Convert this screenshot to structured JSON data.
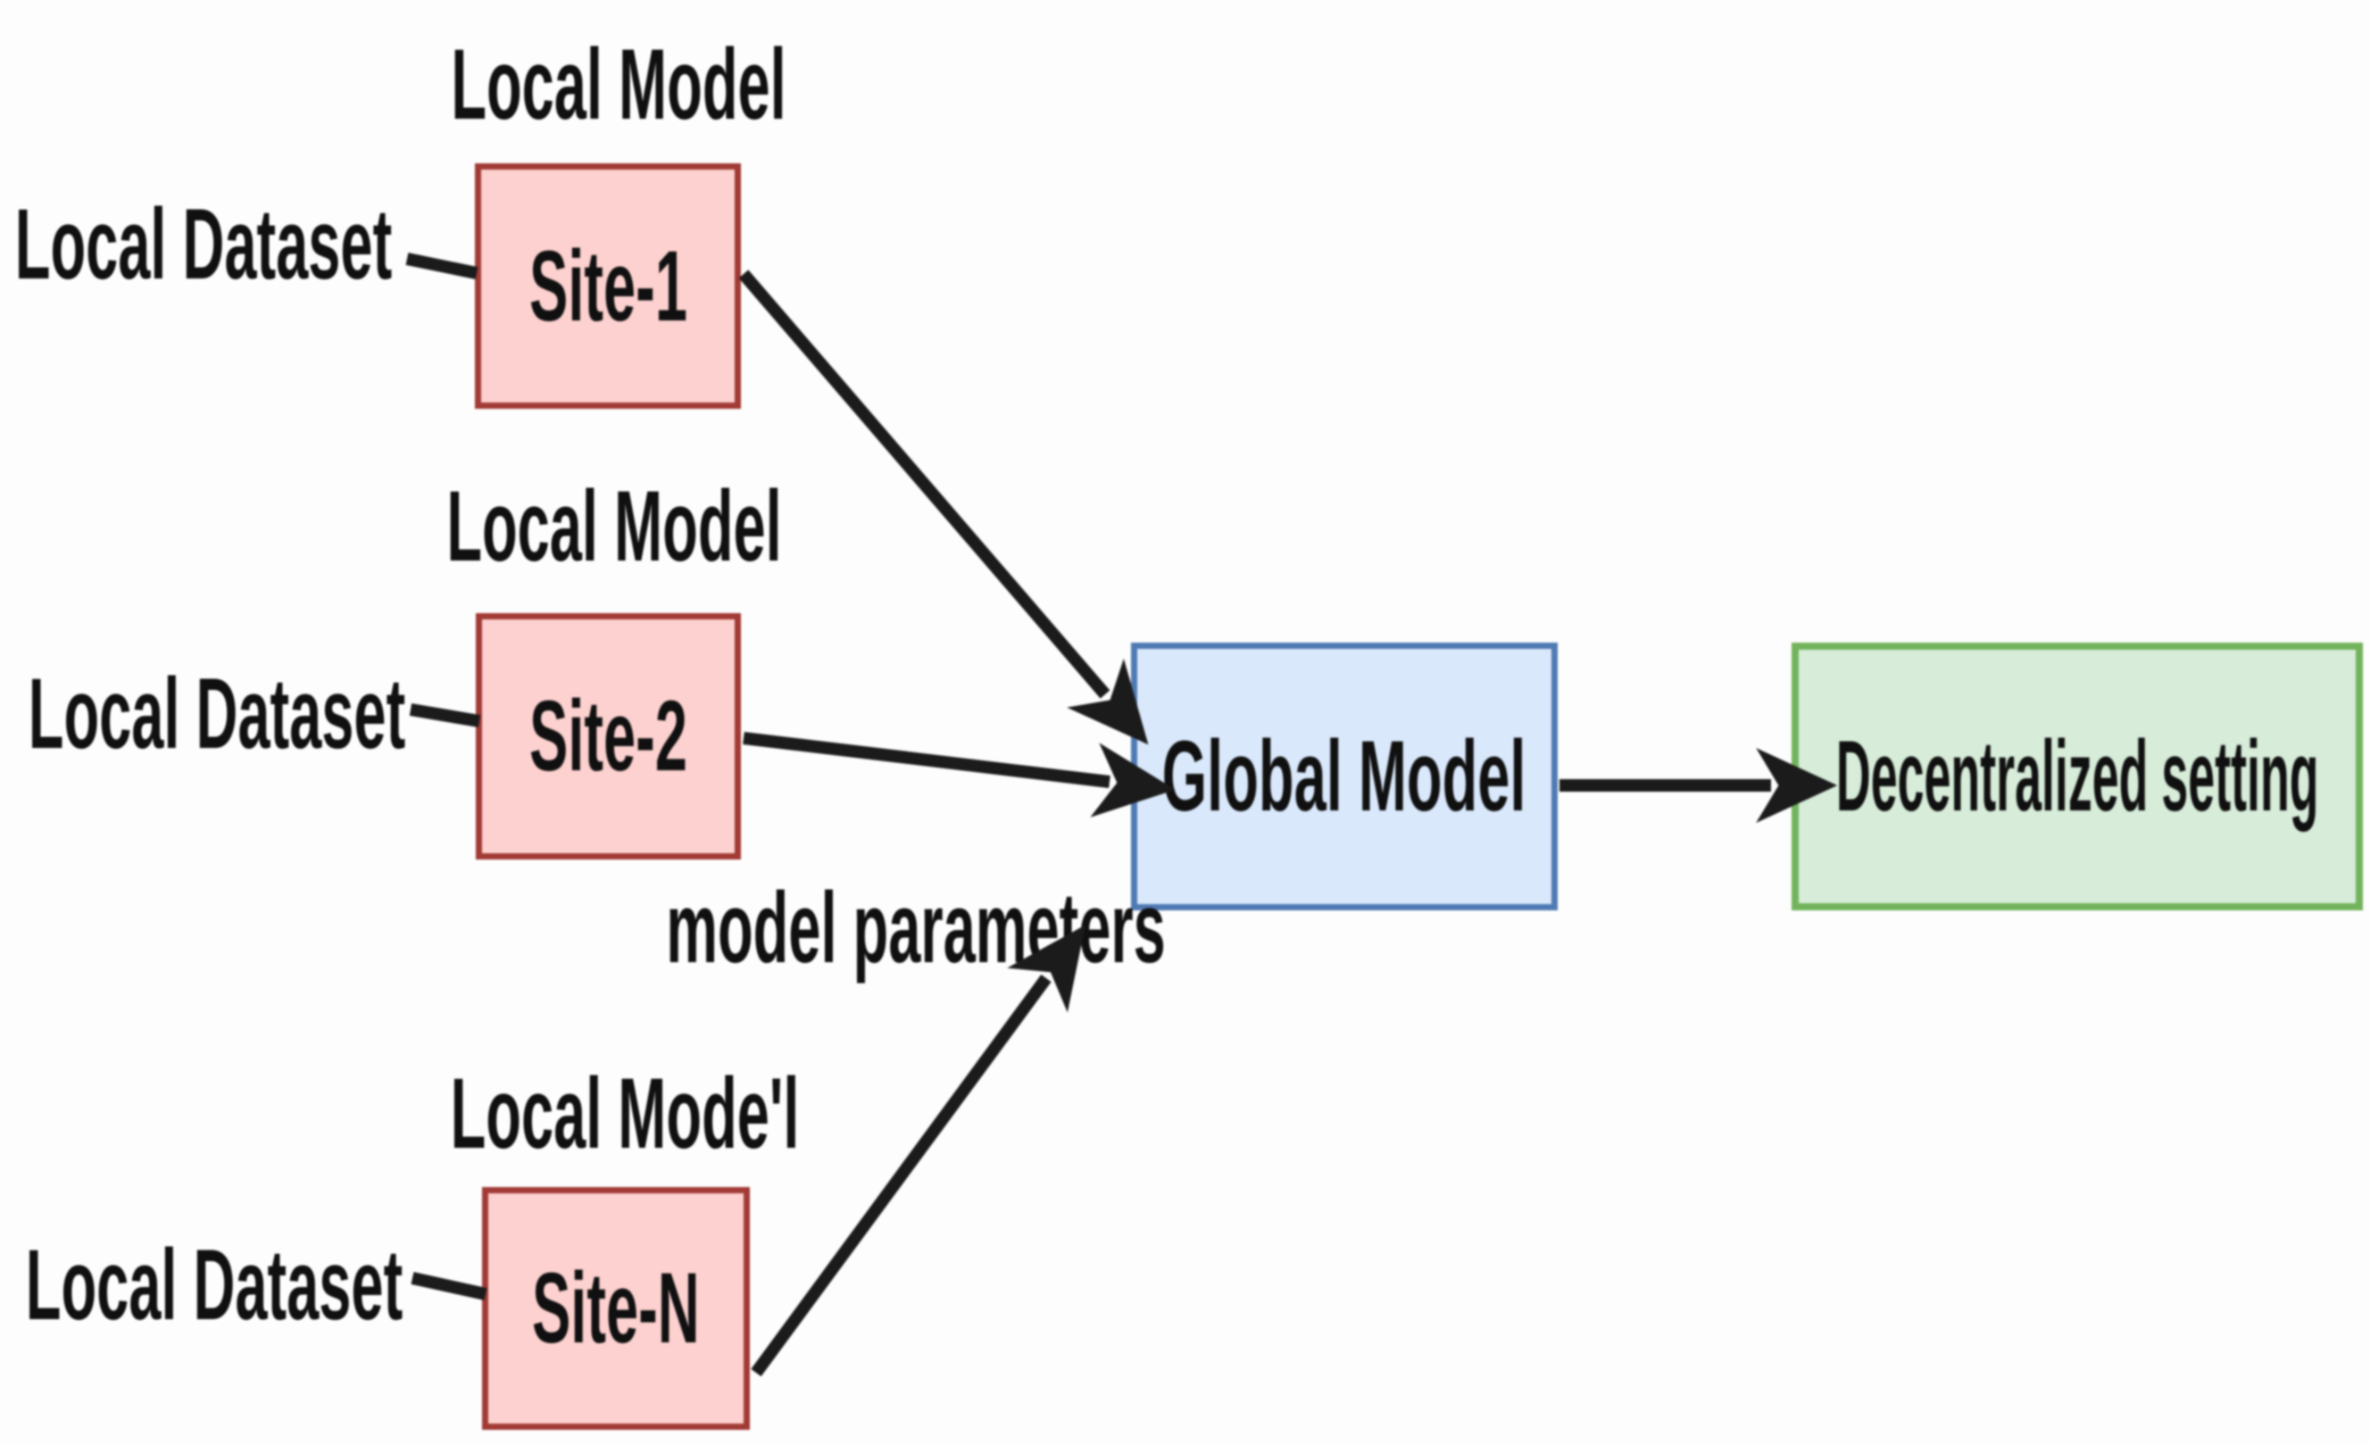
{
  "diagram": {
    "colors": {
      "background": "#fdfdfd",
      "text": "#101010",
      "line": "#1b1b1b",
      "site_fill": "#fcd1cf",
      "site_border": "#a23a35",
      "global_fill": "#d9e8fb",
      "global_border": "#4f7ab3",
      "decentralized_fill": "#d7ecd9",
      "decentralized_border": "#72b35c"
    },
    "sites": [
      {
        "label": "Site-1",
        "model_label": "Local Model",
        "dataset_label": "Local Dataset"
      },
      {
        "label": "Site-2",
        "model_label": "Local Model",
        "dataset_label": "Local Dataset"
      },
      {
        "label": "Site-N",
        "model_label": "Local Mode'l",
        "dataset_label": "Local Dataset"
      }
    ],
    "global": {
      "label": "Global Model"
    },
    "decentralized": {
      "label": "Decentralized setting"
    },
    "edge_label": "model parameters"
  }
}
